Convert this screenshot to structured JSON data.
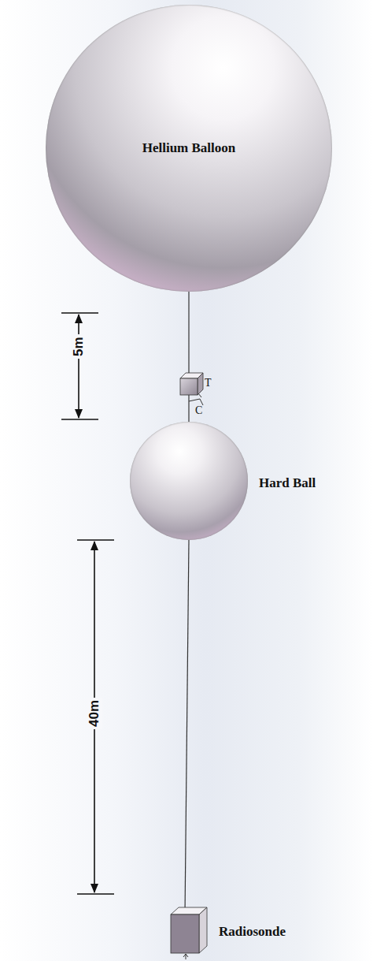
{
  "diagram": {
    "nodes": [
      {
        "text": [
          "Hellium Balloon"
        ]
      },
      {
        "text": [
          "Hard Ball"
        ]
      },
      {
        "text": [
          "Radiosonde"
        ]
      }
    ],
    "edges": [
      {
        "from": 0,
        "to": 1,
        "arrow": "none"
      },
      {
        "from": 1,
        "to": 2,
        "arrow": "none"
      }
    ],
    "labels": [
      "5m",
      "T",
      "C",
      "40m"
    ]
  }
}
